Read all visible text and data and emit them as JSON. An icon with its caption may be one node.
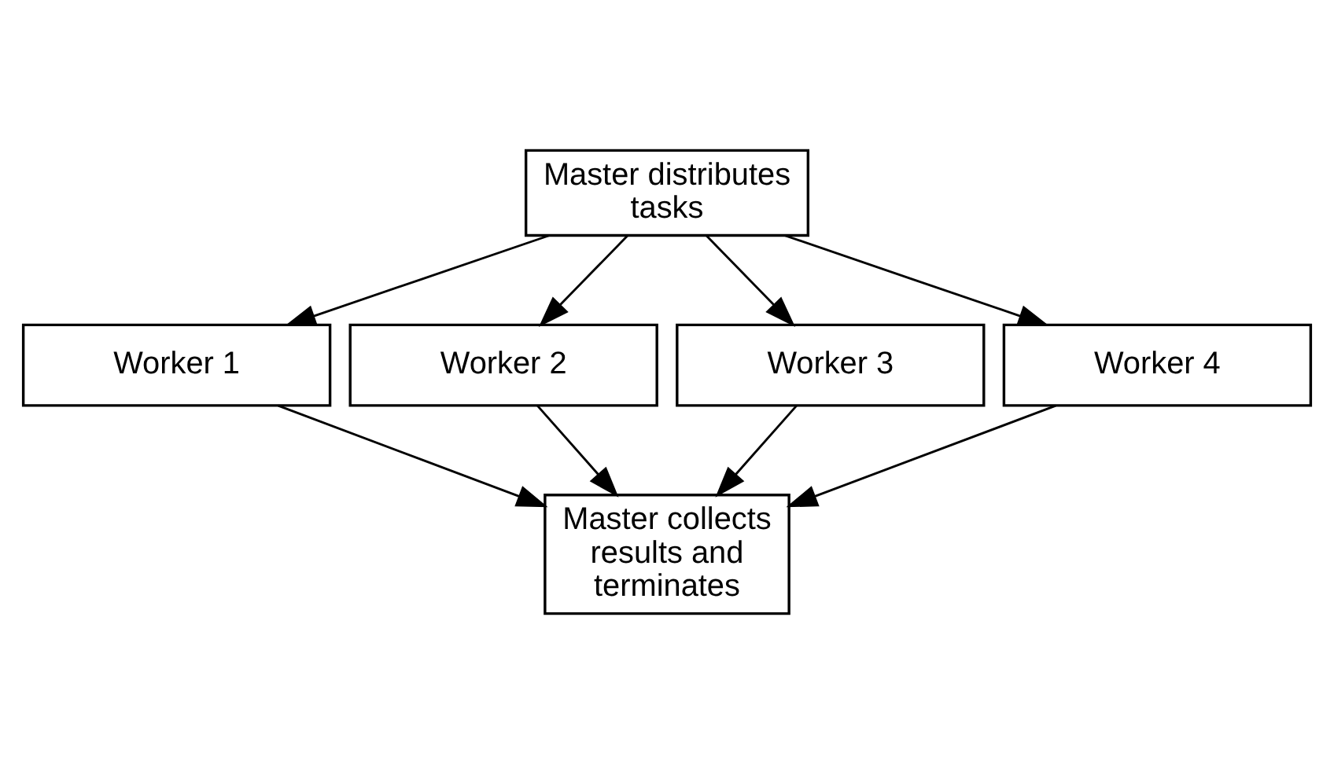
{
  "diagram": {
    "nodes": [
      {
        "text": [
          "Master distributes tasks"
        ]
      },
      {
        "text": [
          "Worker 1"
        ]
      },
      {
        "text": [
          "Worker 2"
        ]
      },
      {
        "text": [
          "Worker 3"
        ]
      },
      {
        "text": [
          "Worker 4"
        ]
      },
      {
        "text": [
          "Master collects results and terminates"
        ]
      }
    ],
    "edges": [
      {
        "from": 0,
        "to": 1,
        "arrow": "to"
      },
      {
        "from": 0,
        "to": 2,
        "arrow": "to"
      },
      {
        "from": 0,
        "to": 3,
        "arrow": "to"
      },
      {
        "from": 0,
        "to": 4,
        "arrow": "to"
      },
      {
        "from": 1,
        "to": 5,
        "arrow": "to"
      },
      {
        "from": 2,
        "to": 5,
        "arrow": "to"
      },
      {
        "from": 3,
        "to": 5,
        "arrow": "to"
      },
      {
        "from": 4,
        "to": 5,
        "arrow": "to"
      }
    ]
  }
}
